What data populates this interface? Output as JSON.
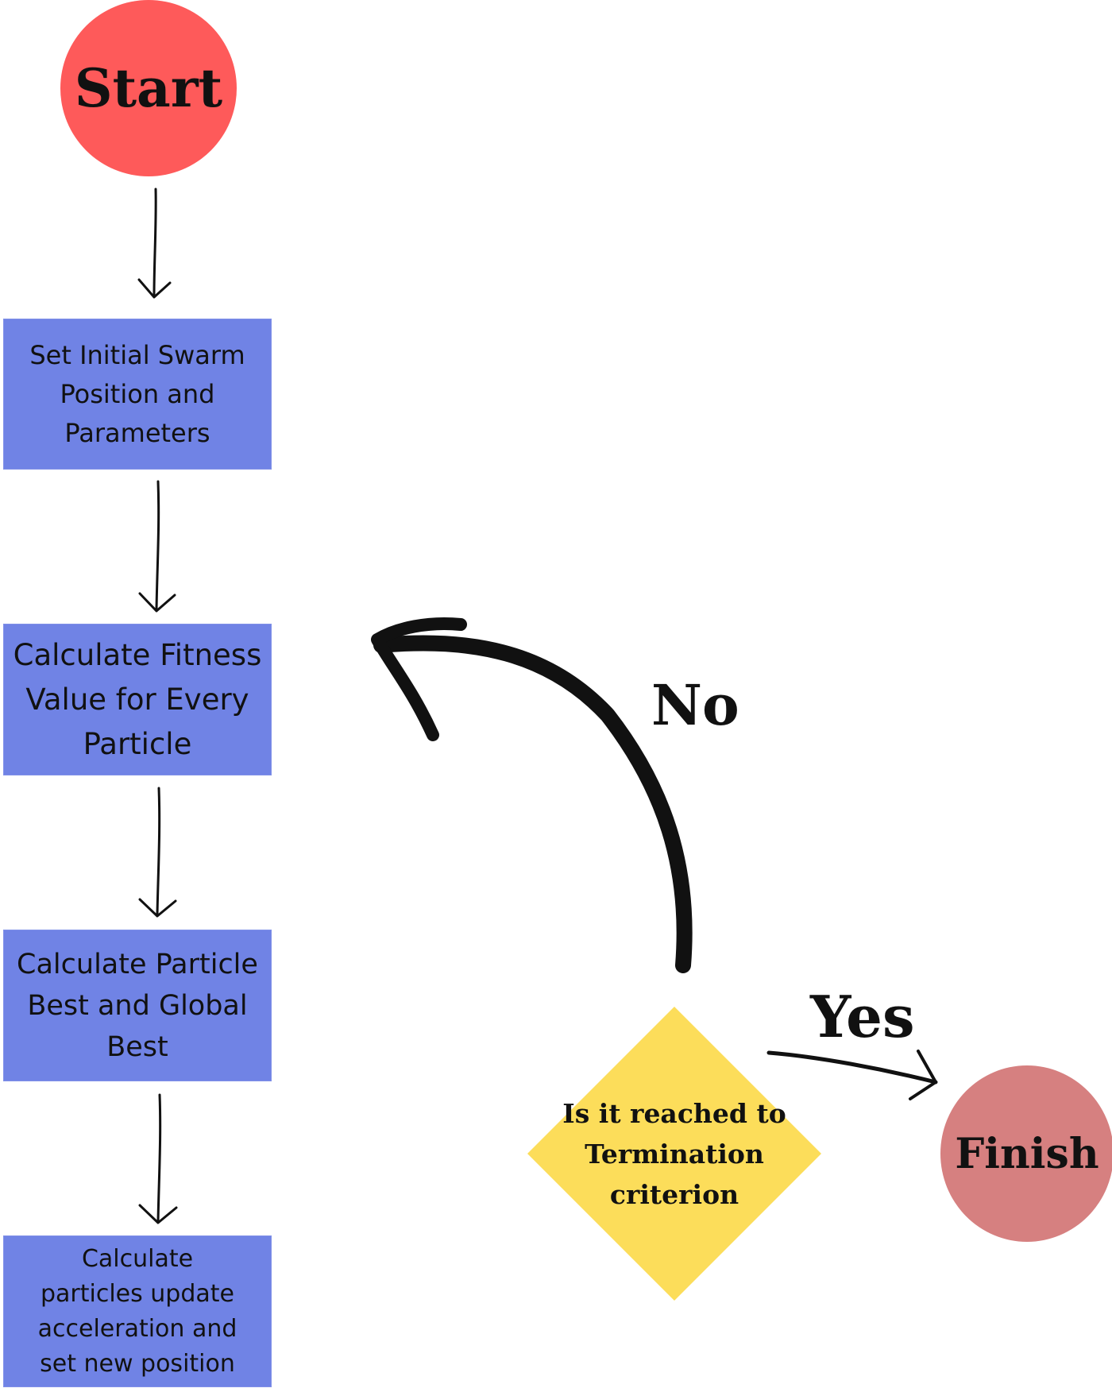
{
  "colors": {
    "start_fill": "#fe5a5a",
    "process_fill": "#7083e5",
    "process_border": "#8191e8",
    "decision_fill": "#fcdd5a",
    "finish_fill": "#d68080",
    "arrow": "#111111"
  },
  "nodes": {
    "start": "Start",
    "step_1": "Set Initial Swarm\nPosition and\nParameters",
    "step_2": "Calculate Fitness\nValue for Every\nParticle",
    "step_3": "Calculate Particle\nBest and Global\nBest",
    "step_4": "Calculate\nparticles update\nacceleration and\nset new position",
    "decision": "Is it reached to\nTermination\ncriterion",
    "finish": "Finish"
  },
  "edges": {
    "no_label": "No",
    "yes_label": "Yes"
  }
}
